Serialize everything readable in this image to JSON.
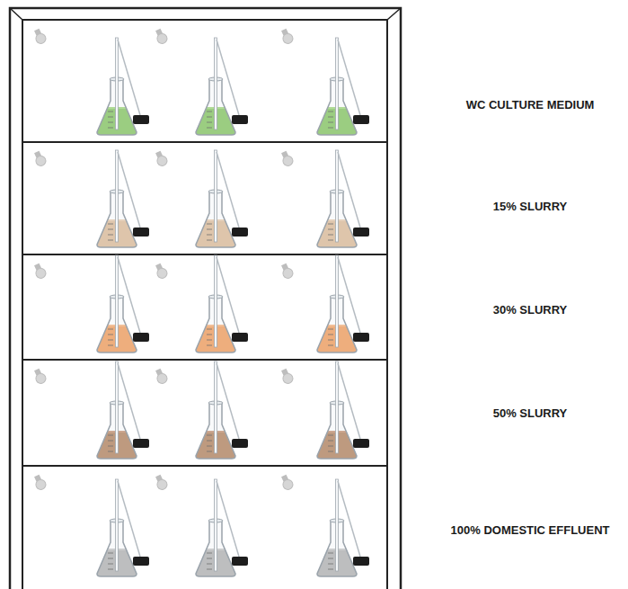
{
  "diagram": {
    "labels": [
      "WC CULTURE MEDIUM",
      "15% SLURRY",
      "30% SLURRY",
      "50% SLURRY",
      "100% DOMESTIC EFFLUENT"
    ]
  }
}
